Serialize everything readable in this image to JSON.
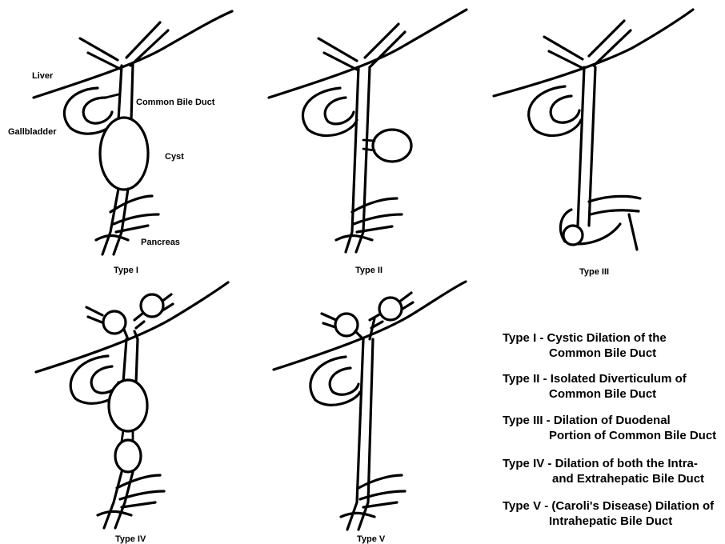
{
  "labels": {
    "liver": "Liver",
    "gallbladder": "Gallbladder",
    "common_bile_duct": "Common Bile Duct",
    "cyst": "Cyst",
    "pancreas": "Pancreas"
  },
  "panels": [
    {
      "caption": "Type I"
    },
    {
      "caption": "Type II"
    },
    {
      "caption": "Type III"
    },
    {
      "caption": "Type IV"
    },
    {
      "caption": "Type V"
    }
  ],
  "legend": [
    {
      "line1": "Type I - Cystic Dilation of the",
      "line2": "Common Bile Duct"
    },
    {
      "line1": "Type II - Isolated Diverticulum of",
      "line2": "Common Bile Duct"
    },
    {
      "line1": "Type III - Dilation of Duodenal",
      "line2": "Portion of Common Bile Duct"
    },
    {
      "line1": "Type IV - Dilation of both the Intra-",
      "line2": "and Extrahepatic Bile Duct"
    },
    {
      "line1": "Type V - (Caroli's Disease) Dilation of",
      "line2": "Intrahepatic Bile Duct"
    }
  ]
}
